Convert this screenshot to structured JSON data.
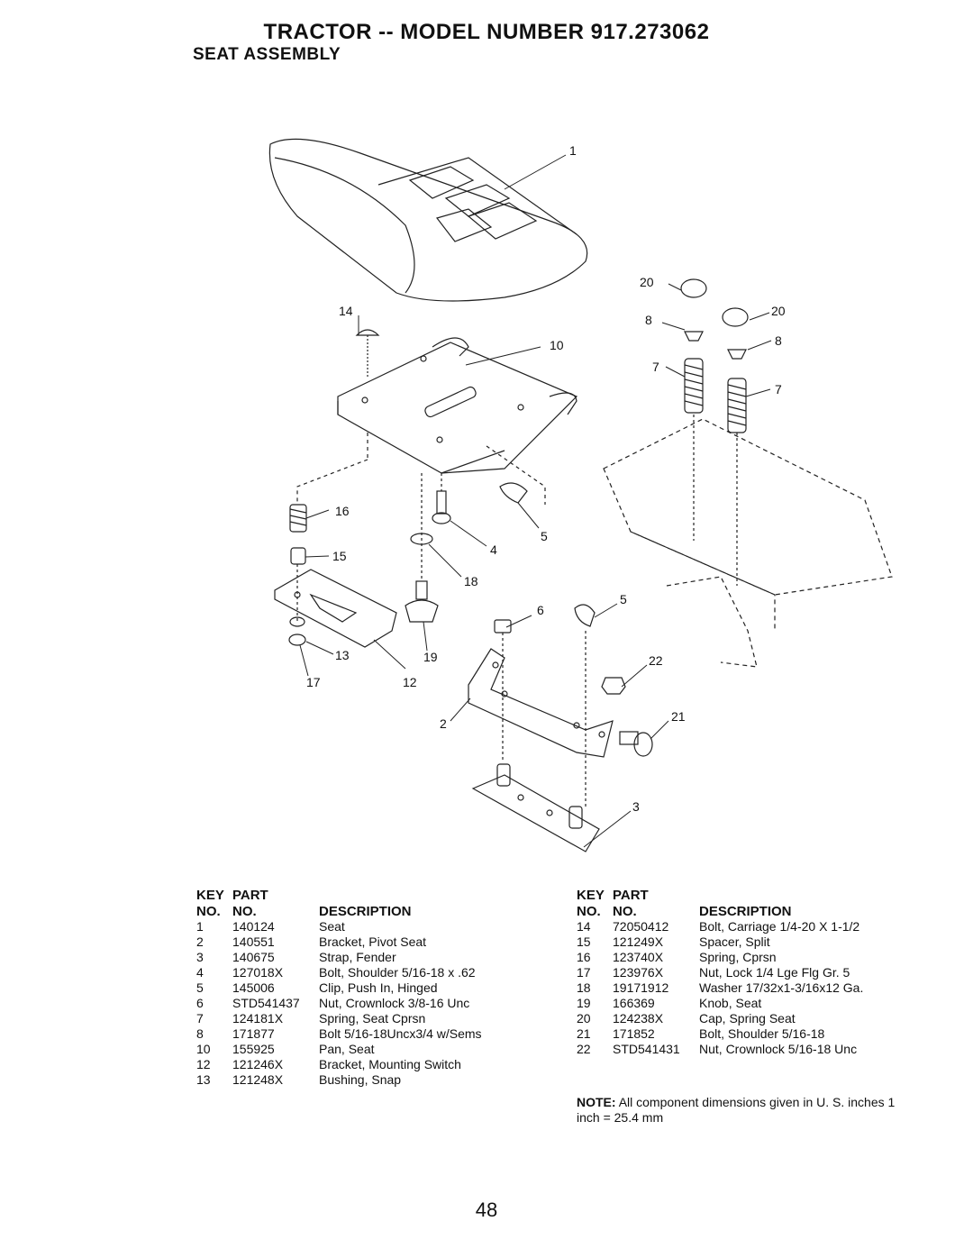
{
  "header": {
    "title": "TRACTOR -- MODEL NUMBER 917.273062",
    "subtitle": "SEAT ASSEMBLY"
  },
  "diagram": {
    "callouts": [
      "1",
      "20",
      "20",
      "8",
      "8",
      "14",
      "10",
      "7",
      "7",
      "16",
      "15",
      "4",
      "5",
      "18",
      "6",
      "5",
      "13",
      "19",
      "12",
      "17",
      "22",
      "2",
      "21",
      "3"
    ]
  },
  "table_headers": {
    "key": "KEY",
    "part": "PART",
    "no": "NO.",
    "part_no": "NO.",
    "description": "DESCRIPTION"
  },
  "parts_left": [
    {
      "key": "1",
      "part": "140124",
      "desc": "Seat"
    },
    {
      "key": "2",
      "part": "140551",
      "desc": "Bracket, Pivot Seat"
    },
    {
      "key": "3",
      "part": "140675",
      "desc": "Strap, Fender"
    },
    {
      "key": "4",
      "part": "127018X",
      "desc": "Bolt, Shoulder  5/16-18 x .62"
    },
    {
      "key": "5",
      "part": "145006",
      "desc": "Clip, Push In, Hinged"
    },
    {
      "key": "6",
      "part": "STD541437",
      "desc": "Nut, Crownlock  3/8-16 Unc"
    },
    {
      "key": "7",
      "part": "124181X",
      "desc": "Spring, Seat Cprsn"
    },
    {
      "key": "8",
      "part": "171877",
      "desc": "Bolt 5/16-18Uncx3/4 w/Sems"
    },
    {
      "key": "10",
      "part": "155925",
      "desc": "Pan, Seat"
    },
    {
      "key": "12",
      "part": "121246X",
      "desc": "Bracket, Mounting Switch"
    },
    {
      "key": "13",
      "part": "121248X",
      "desc": "Bushing, Snap"
    }
  ],
  "parts_right": [
    {
      "key": "14",
      "part": "72050412",
      "desc": "Bolt, Carriage  1/4-20 X 1-1/2"
    },
    {
      "key": "15",
      "part": "121249X",
      "desc": "Spacer, Split"
    },
    {
      "key": "16",
      "part": "123740X",
      "desc": "Spring, Cprsn"
    },
    {
      "key": "17",
      "part": "123976X",
      "desc": "Nut, Lock  1/4 Lge Flg Gr. 5"
    },
    {
      "key": "18",
      "part": "19171912",
      "desc": "Washer 17/32x1-3/16x12 Ga."
    },
    {
      "key": "19",
      "part": "166369",
      "desc": "Knob, Seat"
    },
    {
      "key": "20",
      "part": "124238X",
      "desc": "Cap, Spring Seat"
    },
    {
      "key": "21",
      "part": "171852",
      "desc": "Bolt, Shoulder  5/16-18"
    },
    {
      "key": "22",
      "part": "STD541431",
      "desc": "Nut, Crownlock  5/16-18 Unc"
    }
  ],
  "note": {
    "label": "NOTE:",
    "text": "All component dimensions given in U. S. inches 1 inch = 25.4 mm"
  },
  "page_number": "48"
}
